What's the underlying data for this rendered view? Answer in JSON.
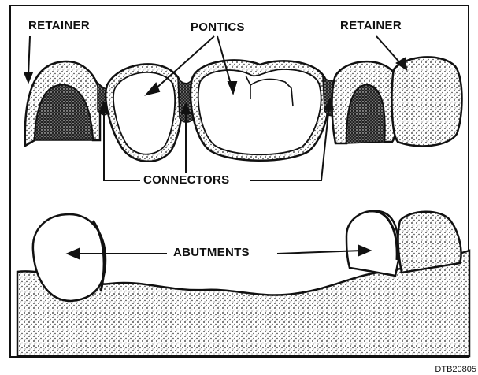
{
  "labels": {
    "retainer_left": "RETAINER",
    "pontics": "PONTICS",
    "retainer_right": "RETAINER",
    "connectors": "CONNECTORS",
    "abutments": "ABUTMENTS"
  },
  "figure_code": "DTB20805"
}
